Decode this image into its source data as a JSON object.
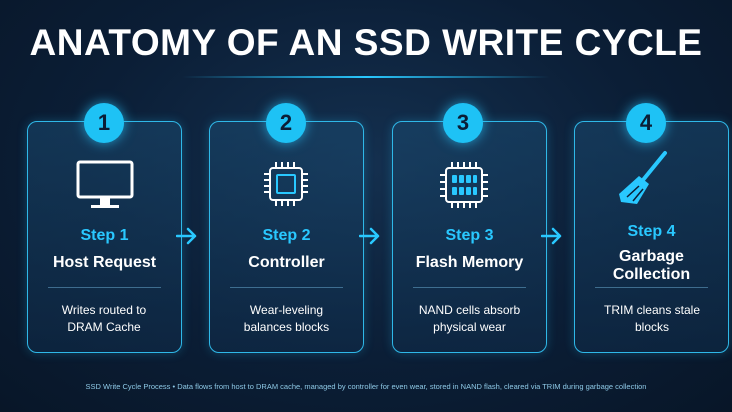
{
  "title": "ANATOMY OF AN SSD WRITE CYCLE",
  "steps": [
    {
      "number": "1",
      "label": "Step 1",
      "name": "Host Request",
      "description": "Writes routed to DRAM Cache",
      "icon": "monitor-icon"
    },
    {
      "number": "2",
      "label": "Step 2",
      "name": "Controller",
      "description": "Wear-leveling balances blocks",
      "icon": "chip-icon"
    },
    {
      "number": "3",
      "label": "Step 3",
      "name": "Flash Memory",
      "description": "NAND cells absorb physical wear",
      "icon": "memory-chip-icon"
    },
    {
      "number": "4",
      "label": "Step 4",
      "name": "Garbage Collection",
      "description": "TRIM cleans stale blocks",
      "icon": "broom-icon"
    }
  ],
  "footer": "SSD Write Cycle Process • Data flows from host to DRAM cache, managed by controller for even wear, stored in NAND flash, cleared via TRIM during garbage collection",
  "colors": {
    "accent": "#29c8ff",
    "background": "#0b1e36",
    "badge": "#1ec2f5"
  }
}
